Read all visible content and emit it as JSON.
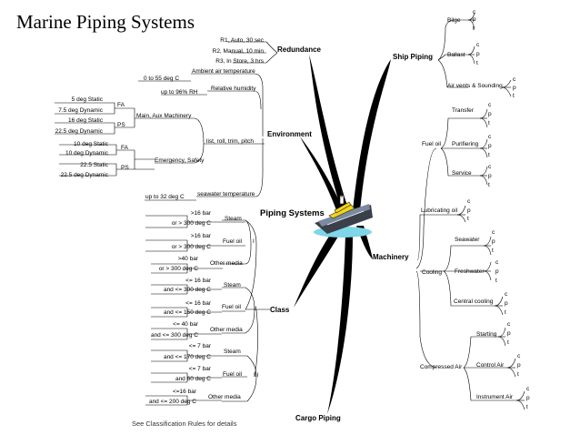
{
  "title": "Marine Piping Systems",
  "center": "Piping Systems",
  "footnote": "See Classification Rules for details",
  "branches": {
    "redundance": "Redundance",
    "environment": "Environment",
    "class": "Class",
    "cargo_piping": "Cargo Piping",
    "ship_piping": "Ship Piping",
    "machinery": "Machinery"
  },
  "redundance": {
    "r1": "R1, Auto, 30 sec",
    "r2": "R2, Manual, 10 min",
    "r3": "R3, In Store, 3 hrs"
  },
  "environment": {
    "ambient_air": "Ambient air temperature",
    "ambient_air_value": "0 to 55 deg C",
    "humidity": "Relative humidity",
    "humidity_value": "up to 96% RH",
    "list_roll": "list, roll, trim, pitch",
    "main_aux": "Main, Aux Machinery",
    "emergency": "Emergency, Safety",
    "seawater": "seawater temperature",
    "seawater_value": "up to 32 deg C",
    "fa_1": "FA",
    "ps_1": "PS",
    "fa_2": "FA",
    "ps_2": "PS",
    "ma_fa_static": "5 deg Static",
    "ma_fa_dynamic": "7.5 deg Dynamic",
    "ma_ps_static": "16 deg Static",
    "ma_ps_dynamic": "22.5 deg Dynamic",
    "em_fa_static": "10 deg Static",
    "em_fa_dynamic": "10 deg Dynamic",
    "em_ps_static": "22.5 Static",
    "em_ps_dynamic": "22.5 deg Dynamic"
  },
  "class": {
    "class_1": "I",
    "class_2": "II",
    "class_3": "III",
    "c1": {
      "steam": "Steam",
      "steam_a": ">16 bar",
      "steam_b": "or > 300 deg C",
      "fuel": "Fuel oil",
      "fuel_a": ">16 bar",
      "fuel_b": "or > 300 deg C",
      "other": "Other media",
      "other_a": ">40 bar",
      "other_b": "or > 300 deg C"
    },
    "c2": {
      "steam": "Steam",
      "steam_a": "<= 16 bar",
      "steam_b": "and <= 300 deg C",
      "fuel": "Fuel oil",
      "fuel_a": "<= 16 bar",
      "fuel_b": "and <= 150 deg C",
      "other": "Other media",
      "other_a": "<= 40 bar",
      "other_b": "and <= 300 deg C"
    },
    "c3": {
      "steam": "Steam",
      "steam_a": "<= 7 bar",
      "steam_b": "and <= 170 deg C",
      "fuel": "Fuel oil",
      "fuel_a": "<= 7 bar",
      "fuel_b": "and 60 deg C",
      "other": "Other media",
      "other_a": "<=16 bar",
      "other_b": "and <= 200 deg C"
    }
  },
  "ship_piping": {
    "bilge": "Bilge",
    "ballast": "Ballast",
    "air_vents": "Air vents & Sounding"
  },
  "machinery": {
    "fuel_oil": "Fuel oil",
    "transfer": "Transfer",
    "purifiering": "Purifiering",
    "service": "Service",
    "lubricating_oil": "Lubricating oil",
    "cooling": "Cooling",
    "seawater": "Seawater",
    "freshwater": "Freshwater",
    "central_cooling": "Central cooling",
    "compressed_air": "Compressed Air",
    "starting": "Starting",
    "control_air": "Control Air",
    "instrument_air": "Instrument Air"
  },
  "cpt": {
    "c": "c",
    "p": "p",
    "t": "t"
  }
}
